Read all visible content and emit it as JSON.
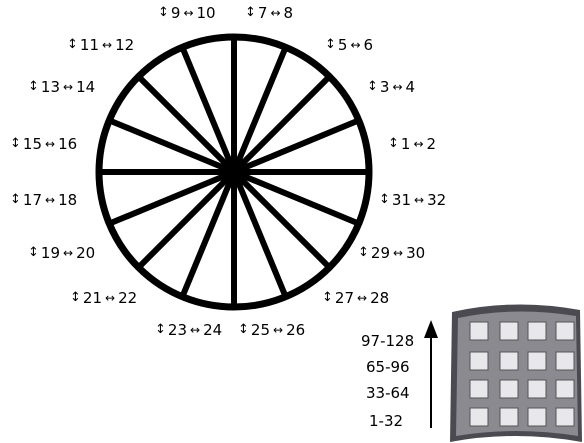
{
  "diagram": {
    "spokes": 16,
    "pairs": [
      {
        "a": "9",
        "b": "10"
      },
      {
        "a": "7",
        "b": "8"
      },
      {
        "a": "11",
        "b": "12"
      },
      {
        "a": "5",
        "b": "6"
      },
      {
        "a": "13",
        "b": "14"
      },
      {
        "a": "3",
        "b": "4"
      },
      {
        "a": "15",
        "b": "16"
      },
      {
        "a": "1",
        "b": "2"
      },
      {
        "a": "17",
        "b": "18"
      },
      {
        "a": "31",
        "b": "32"
      },
      {
        "a": "19",
        "b": "20"
      },
      {
        "a": "29",
        "b": "30"
      },
      {
        "a": "21",
        "b": "22"
      },
      {
        "a": "27",
        "b": "28"
      },
      {
        "a": "23",
        "b": "24"
      },
      {
        "a": "25",
        "b": "26"
      }
    ],
    "ranges": [
      "97-128",
      "65-96",
      "33-64",
      "1-32"
    ],
    "up_down_glyph": "↕",
    "left_right_glyph": "↔",
    "colors": {
      "line": "#000000",
      "panel_frame": "#2f2f33",
      "panel_face": "#9a9a9e",
      "pad": "#e8e8ec"
    }
  }
}
